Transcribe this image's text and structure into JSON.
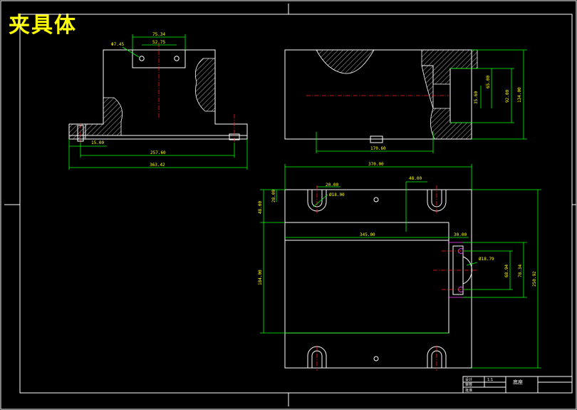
{
  "title": "夹具体",
  "colors": {
    "background": "#000000",
    "outline": "#ffffff",
    "dimension": "#00ff00",
    "dim_text": "#ffff00",
    "centerline": "#ff2020",
    "hidden": "#ff40ff"
  },
  "front_view": {
    "dims": {
      "phi": "Φ7.45",
      "top_width": "75.34",
      "hole_spacing": "52.75",
      "slot": "15.00",
      "inner": "257.60",
      "overall": "363.42"
    }
  },
  "side_view": {
    "dims": {
      "width": "170.60",
      "h1": "35.60",
      "h2": "65.00",
      "h3": "92.00",
      "h4": "134.00"
    }
  },
  "top_view": {
    "dims": {
      "overall_width": "370.00",
      "r_slot": "20.00",
      "slot_dia": "Ø18.00",
      "slot_offset": "48.00",
      "left_h1": "28.00",
      "left_h2": "48.00",
      "inner_width": "345.00",
      "right_off": "30.00",
      "arc_dia": "Ø18.79",
      "r1": "68.94",
      "r2": "78.34",
      "overall_height": "250.92",
      "left_height": "184.00"
    }
  },
  "title_block": {
    "name": "底座",
    "sheet": "1:1",
    "r1": "设计",
    "r2": "审核",
    "r3": "批准"
  }
}
